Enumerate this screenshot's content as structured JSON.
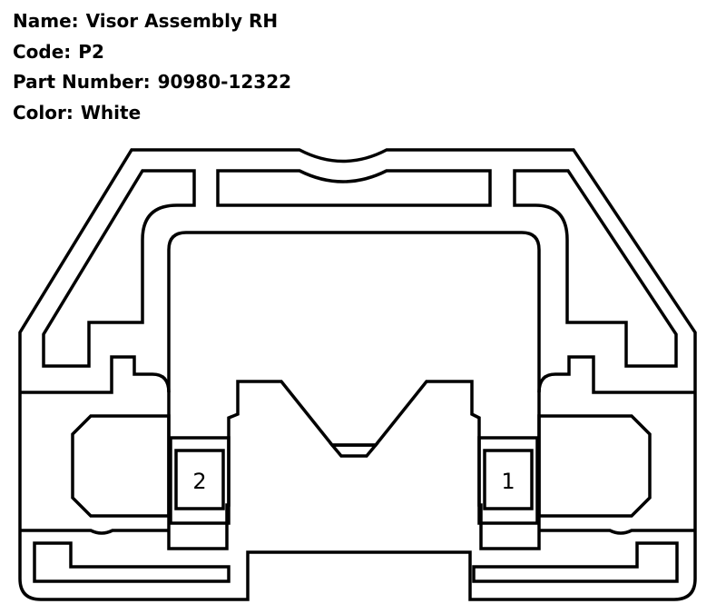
{
  "part": {
    "name_label": "Name:",
    "name_value": "Visor Assembly RH",
    "code_label": "Code:",
    "code_value": "P2",
    "part_number_label": "Part Number:",
    "part_number_value": "90980-12322",
    "color_label": "Color:",
    "color_value": "White"
  },
  "connector": {
    "pins": [
      {
        "number": "2"
      },
      {
        "number": "1"
      }
    ]
  }
}
